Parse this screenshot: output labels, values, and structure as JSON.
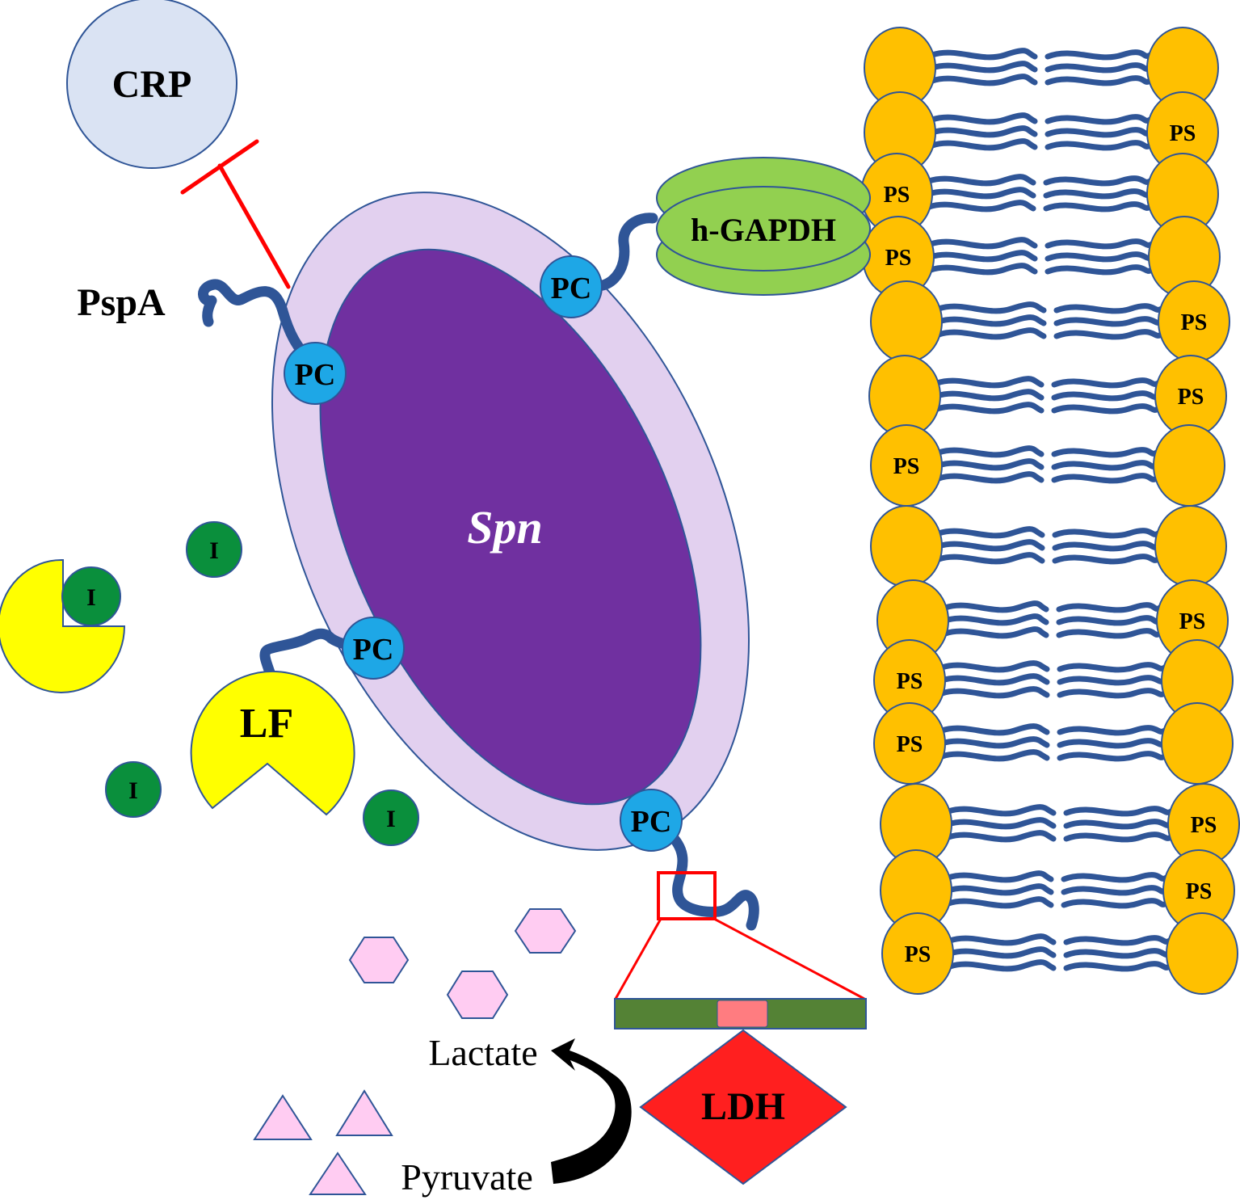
{
  "labels": {
    "crp": "CRP",
    "pspa": "PspA",
    "hgapdh": "h-GAPDH",
    "spn": "Spn",
    "lf": "LF",
    "ldh": "LDH",
    "lactate": "Lactate",
    "pyruvate": "Pyruvate",
    "pc": "PC",
    "inhibitor": "I",
    "ps": "PS"
  },
  "colors": {
    "crp_fill": "#dae3f3",
    "cell_outer": "#e2d0ef",
    "cell_inner": "#7030a0",
    "pc_fill": "#1ea7e6",
    "tether": "#2f5597",
    "gapdh": "#92d050",
    "lf": "#ffff00",
    "inhibitor": "#0a8f3c",
    "lipid_head": "#ffc000",
    "lipid_tail": "#2f5597",
    "hexagon": "#ffccf2",
    "triangle": "#ffccf2",
    "ldh": "#ff1f1f",
    "inhibit_bar": "#ff0000",
    "zoom_bar": "#548235",
    "zoom_segment": "#ff7c80"
  },
  "membrane": {
    "left_heads_ps": [
      false,
      false,
      true,
      true,
      false,
      false,
      true,
      false,
      false,
      true,
      true,
      false,
      false,
      true
    ],
    "right_heads_ps": [
      false,
      true,
      false,
      false,
      true,
      true,
      false,
      false,
      true,
      false,
      false,
      true,
      true,
      false
    ]
  }
}
